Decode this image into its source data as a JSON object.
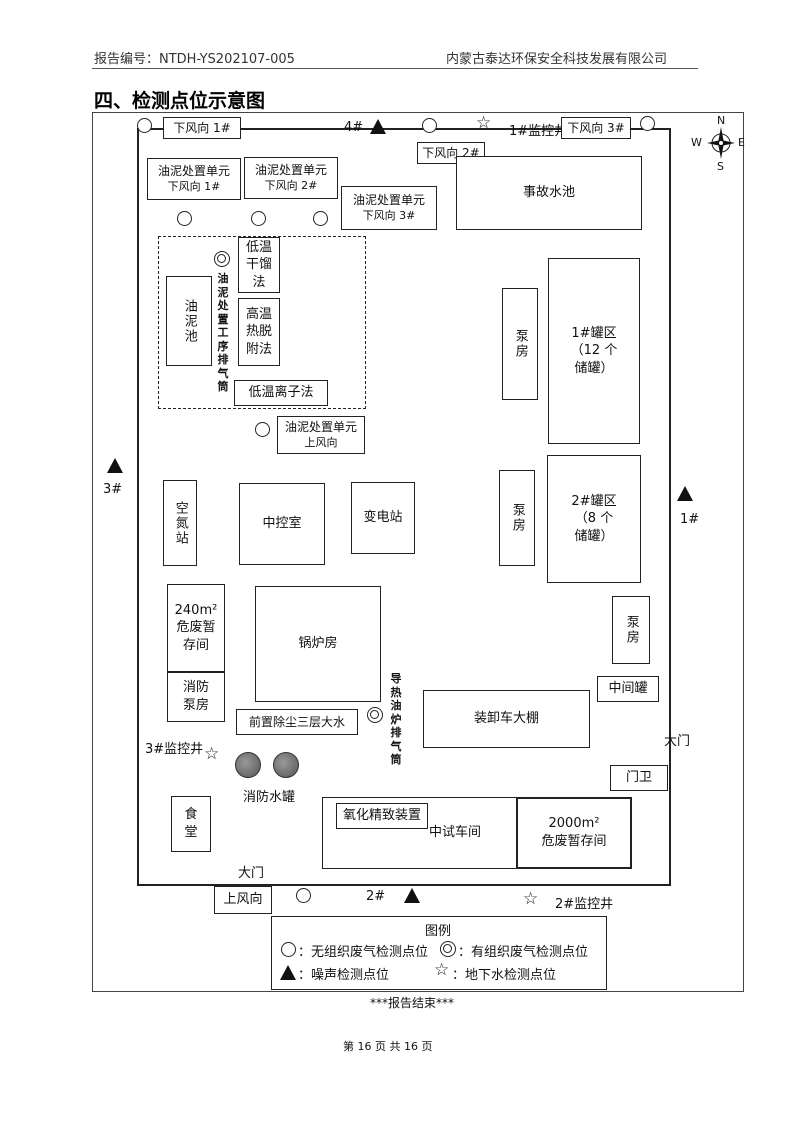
{
  "header": {
    "report_no": "报告编号：NTDH-YS202107-005",
    "company": "内蒙古泰达环保安全科技发展有限公司"
  },
  "section_title": "四、检测点位示意图",
  "compass": {
    "n": "N",
    "s": "S",
    "e": "E",
    "w": "W"
  },
  "labels": {
    "downwind1_top": "下风向 1#",
    "point4": "4#",
    "well1": "1#监控井",
    "downwind3_top": "下风向 3#",
    "downwind2_top": "下风向 2#",
    "point3": "3#",
    "point1": "1#",
    "well3": "3#监控井",
    "gate_right": "大门",
    "gate_bottom": "大门",
    "upwind_bottom": "上风向",
    "point2": "2#",
    "well2": "2#监控井",
    "fire_tanks": "消防水罐",
    "stack_oil_l1": "油",
    "stack_oil_l2": "泥",
    "stack_oil_l3": "处",
    "stack_oil_l4": "置",
    "stack_oil_l5": "工",
    "stack_oil_l6": "序",
    "stack_oil_l7": "排",
    "stack_oil_l8": "气",
    "stack_oil_l9": "筒",
    "stack_heat_l1": "导",
    "stack_heat_l2": "热",
    "stack_heat_l3": "油",
    "stack_heat_l4": "炉",
    "stack_heat_l5": "排",
    "stack_heat_l6": "气",
    "stack_heat_l7": "筒"
  },
  "boxes": {
    "unit1_l1": "油泥处置单元",
    "unit1_l2": "下风向 1#",
    "unit2_l1": "油泥处置单元",
    "unit2_l2": "下风向 2#",
    "unit3_l1": "油泥处置单元",
    "unit3_l2": "下风向 3#",
    "accident_pool": "事故水池",
    "oil_pool": "油泥池",
    "low_temp_dry": "低温干馏法",
    "high_temp": "高温热脱附法",
    "low_ion": "低温离子法",
    "unit_up_l1": "油泥处置单元",
    "unit_up_l2": "上风向",
    "pump1": "泵房",
    "tank1_l1": "1#罐区",
    "tank1_l2": "（12 个",
    "tank1_l3": "储罐）",
    "pump2": "泵房",
    "tank2_l1": "2#罐区",
    "tank2_l2": "（8 个",
    "tank2_l3": "储罐）",
    "air_n2": "空氮站",
    "control": "中控室",
    "substation": "变电站",
    "haz240_l1": "240m²",
    "haz240_l2": "危废暂",
    "haz240_l3": "存间",
    "boiler": "锅炉房",
    "pump3": "泵房",
    "mid_tank": "中间罐",
    "fire_pump_l1": "消防",
    "fire_pump_l2": "泵房",
    "dust": "前置除尘三层大水",
    "loading": "装卸车大棚",
    "guard": "门卫",
    "canteen_l1": "食",
    "canteen_l2": "堂",
    "oxidation": "氧化精致装置",
    "pilot": "中试车间",
    "haz2000_l1": "2000m²",
    "haz2000_l2": "危废暂存间"
  },
  "legend": {
    "title": "图例",
    "unorganized": "：无组织废气检测点位",
    "organized": "：有组织废气检测点位",
    "noise": "：噪声检测点位",
    "groundwater": "：地下水检测点位"
  },
  "report_end": "***报告结束***",
  "page_footer": "第 16 页 共 16 页"
}
